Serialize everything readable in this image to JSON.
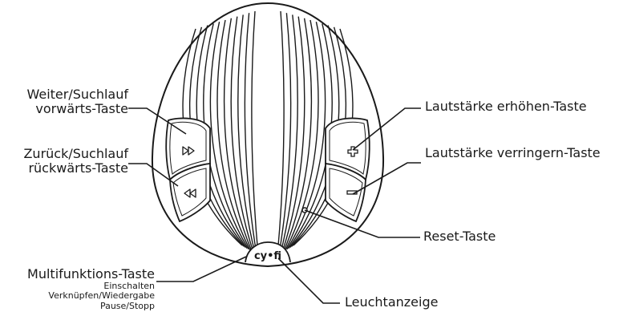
{
  "labels": {
    "next": [
      "Weiter/Suchlauf",
      "vorwärts-Taste"
    ],
    "prev": [
      "Zurück/Suchlauf",
      "rückwärts-Taste"
    ],
    "multi": {
      "title": "Multifunktions-Taste",
      "sub": [
        "Einschalten",
        "Verknüpfen/Wiedergabe",
        "Pause/Stopp"
      ]
    },
    "vol_up": "Lautstärke erhöhen-Taste",
    "vol_down": "Lautstärke verringern-Taste",
    "reset": "Reset-Taste",
    "led": "Leuchtanzeige"
  },
  "logo": "cy•fi",
  "icons": {
    "next": "fast-forward-icon",
    "prev": "rewind-icon",
    "vol_up": "plus-icon",
    "vol_down": "minus-icon"
  },
  "colors": {
    "stroke": "#1a1a1a",
    "background": "#ffffff"
  }
}
